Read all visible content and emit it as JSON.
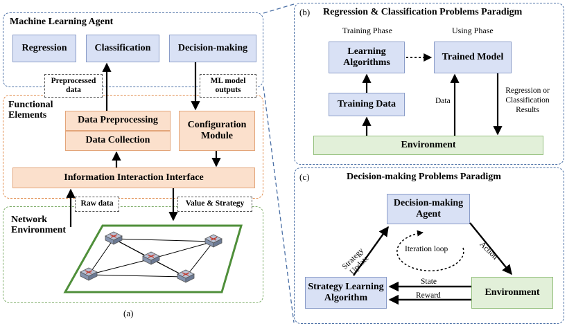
{
  "a": {
    "ml_agent_title": "Machine Learning Agent",
    "regression": "Regression",
    "classification": "Classification",
    "decision_making": "Decision-making",
    "preprocessed_data": "Preprocessed data",
    "ml_model_outputs": "ML model outputs",
    "functional_elements": "Functional Elements",
    "data_preprocessing": "Data Preprocessing",
    "data_collection": "Data Collection",
    "configuration_module": "Configuration Module",
    "interaction_interface": "Information Interaction Interface",
    "raw_data": "Raw data",
    "value_strategy": "Value & Strategy",
    "network_environment": "Network Environment",
    "caption": "(a)"
  },
  "b": {
    "label": "(b)",
    "title": "Regression & Classification Problems Paradigm",
    "training_phase": "Training Phase",
    "using_phase": "Using Phase",
    "learning_algorithms": "Learning Algorithms",
    "trained_model": "Trained Model",
    "training_data": "Training Data",
    "data": "Data",
    "results": "Regression or Classification Results",
    "environment": "Environment"
  },
  "c": {
    "label": "(c)",
    "title": "Decision-making Problems Paradigm",
    "agent": "Decision-making Agent",
    "strategy_update": "Strategy Update",
    "action": "Action",
    "iteration_loop": "Iteration loop",
    "state": "State",
    "reward": "Reward",
    "strategy_learning": "Strategy Learning Algorithm",
    "environment": "Environment"
  }
}
